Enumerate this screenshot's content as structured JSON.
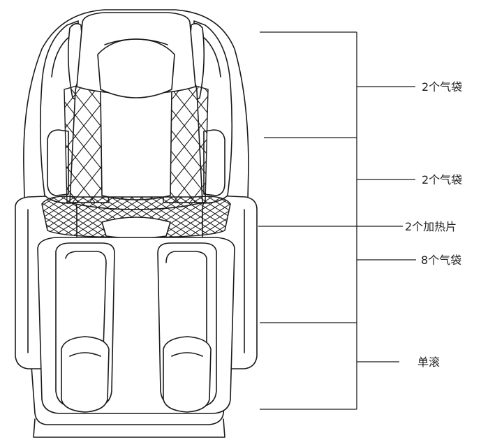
{
  "labels": {
    "upper_airbags": "2个气袋",
    "mid_airbags": "2个气袋",
    "heating": "2个加热片",
    "seat_airbags": "8个气袋",
    "roller": "单滚"
  },
  "colors": {
    "line": "#1a1a1a",
    "background": "#ffffff"
  }
}
